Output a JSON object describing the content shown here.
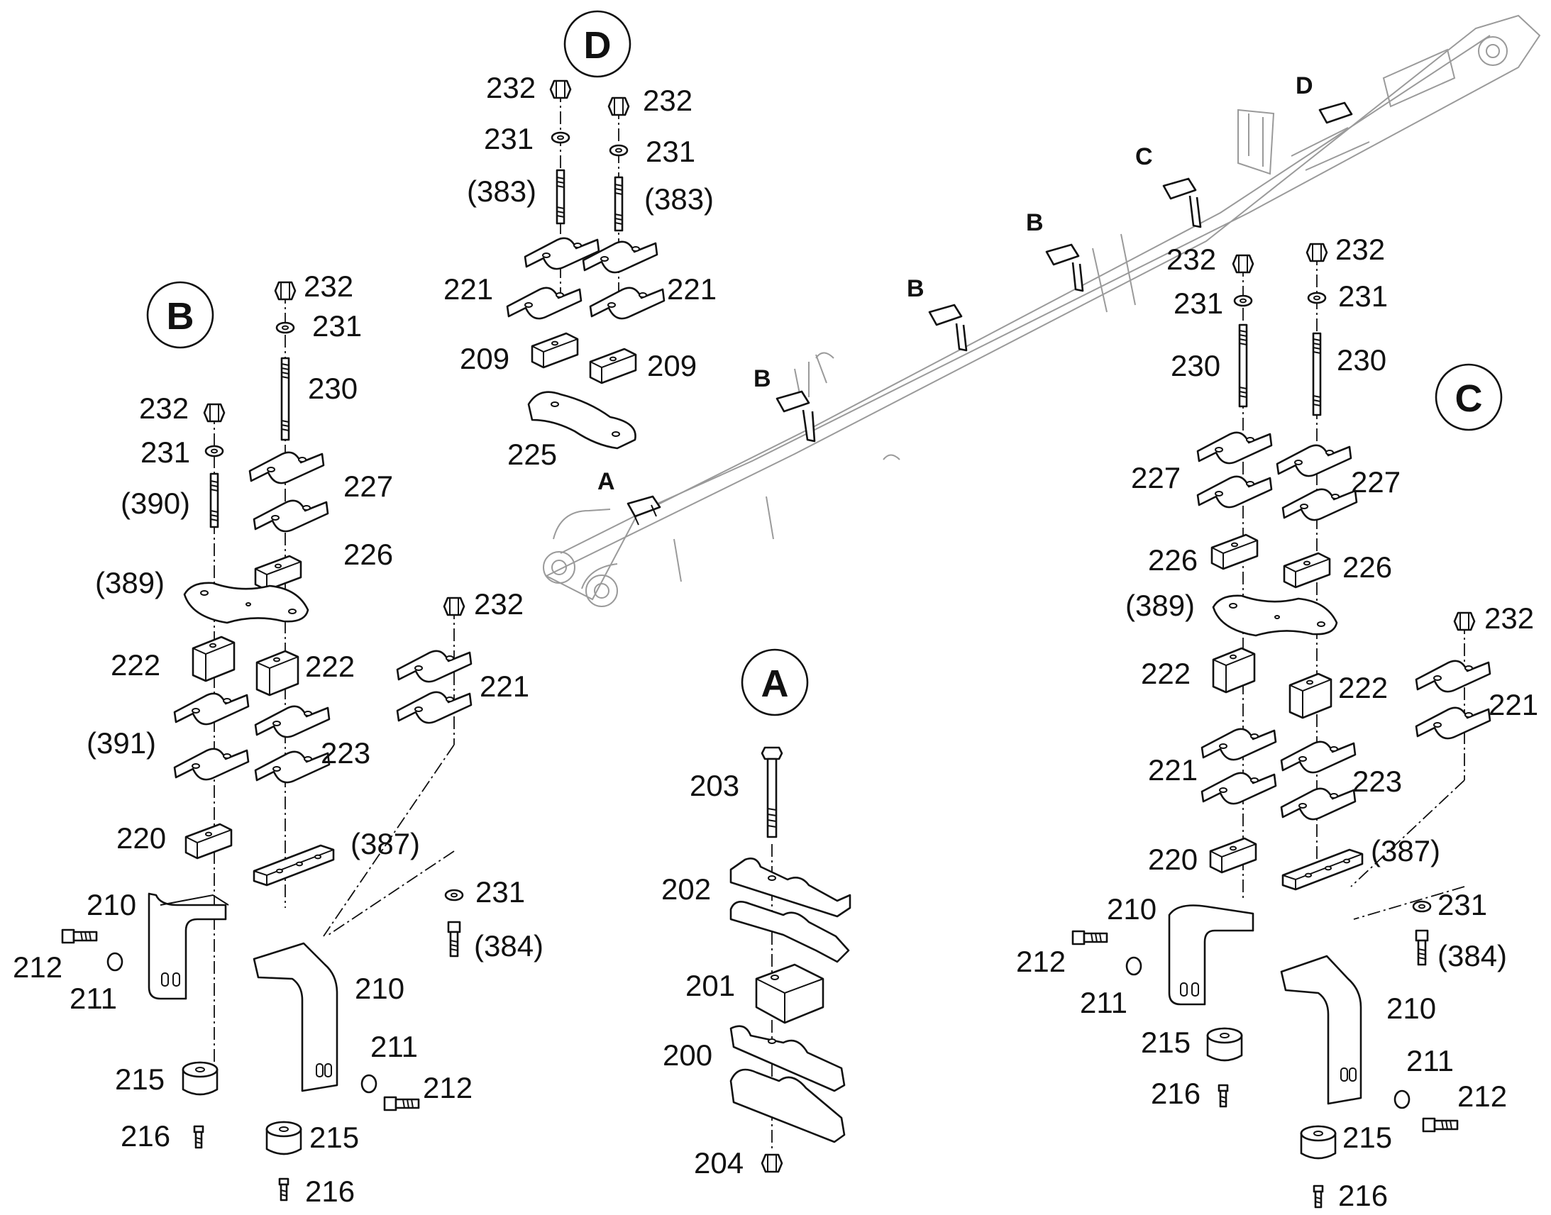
{
  "sections": {
    "A": "A",
    "B": "B",
    "C": "C",
    "D": "D"
  },
  "boom_markers": [
    "A",
    "B",
    "B",
    "B",
    "C",
    "D"
  ],
  "labels": {
    "D": [
      "232",
      "231",
      "(383)",
      "221",
      "209",
      "225",
      "232",
      "231",
      "(383)",
      "221",
      "209"
    ],
    "B": [
      "232",
      "231",
      "230",
      "232",
      "231",
      "(390)",
      "227",
      "226",
      "(389)",
      "222",
      "222",
      "(391)",
      "223",
      "220",
      "232",
      "221",
      "(387)",
      "210",
      "212",
      "211",
      "231",
      "(384)",
      "210",
      "211",
      "212",
      "215",
      "216",
      "215",
      "216"
    ],
    "A": [
      "203",
      "202",
      "201",
      "200",
      "204"
    ],
    "C": [
      "232",
      "231",
      "230",
      "232",
      "231",
      "230",
      "227",
      "227",
      "226",
      "226",
      "(389)",
      "222",
      "222",
      "232",
      "221",
      "221",
      "223",
      "220",
      "(387)",
      "210",
      "212",
      "211",
      "231",
      "(384)",
      "210",
      "215",
      "211",
      "216",
      "212",
      "215",
      "216"
    ]
  }
}
